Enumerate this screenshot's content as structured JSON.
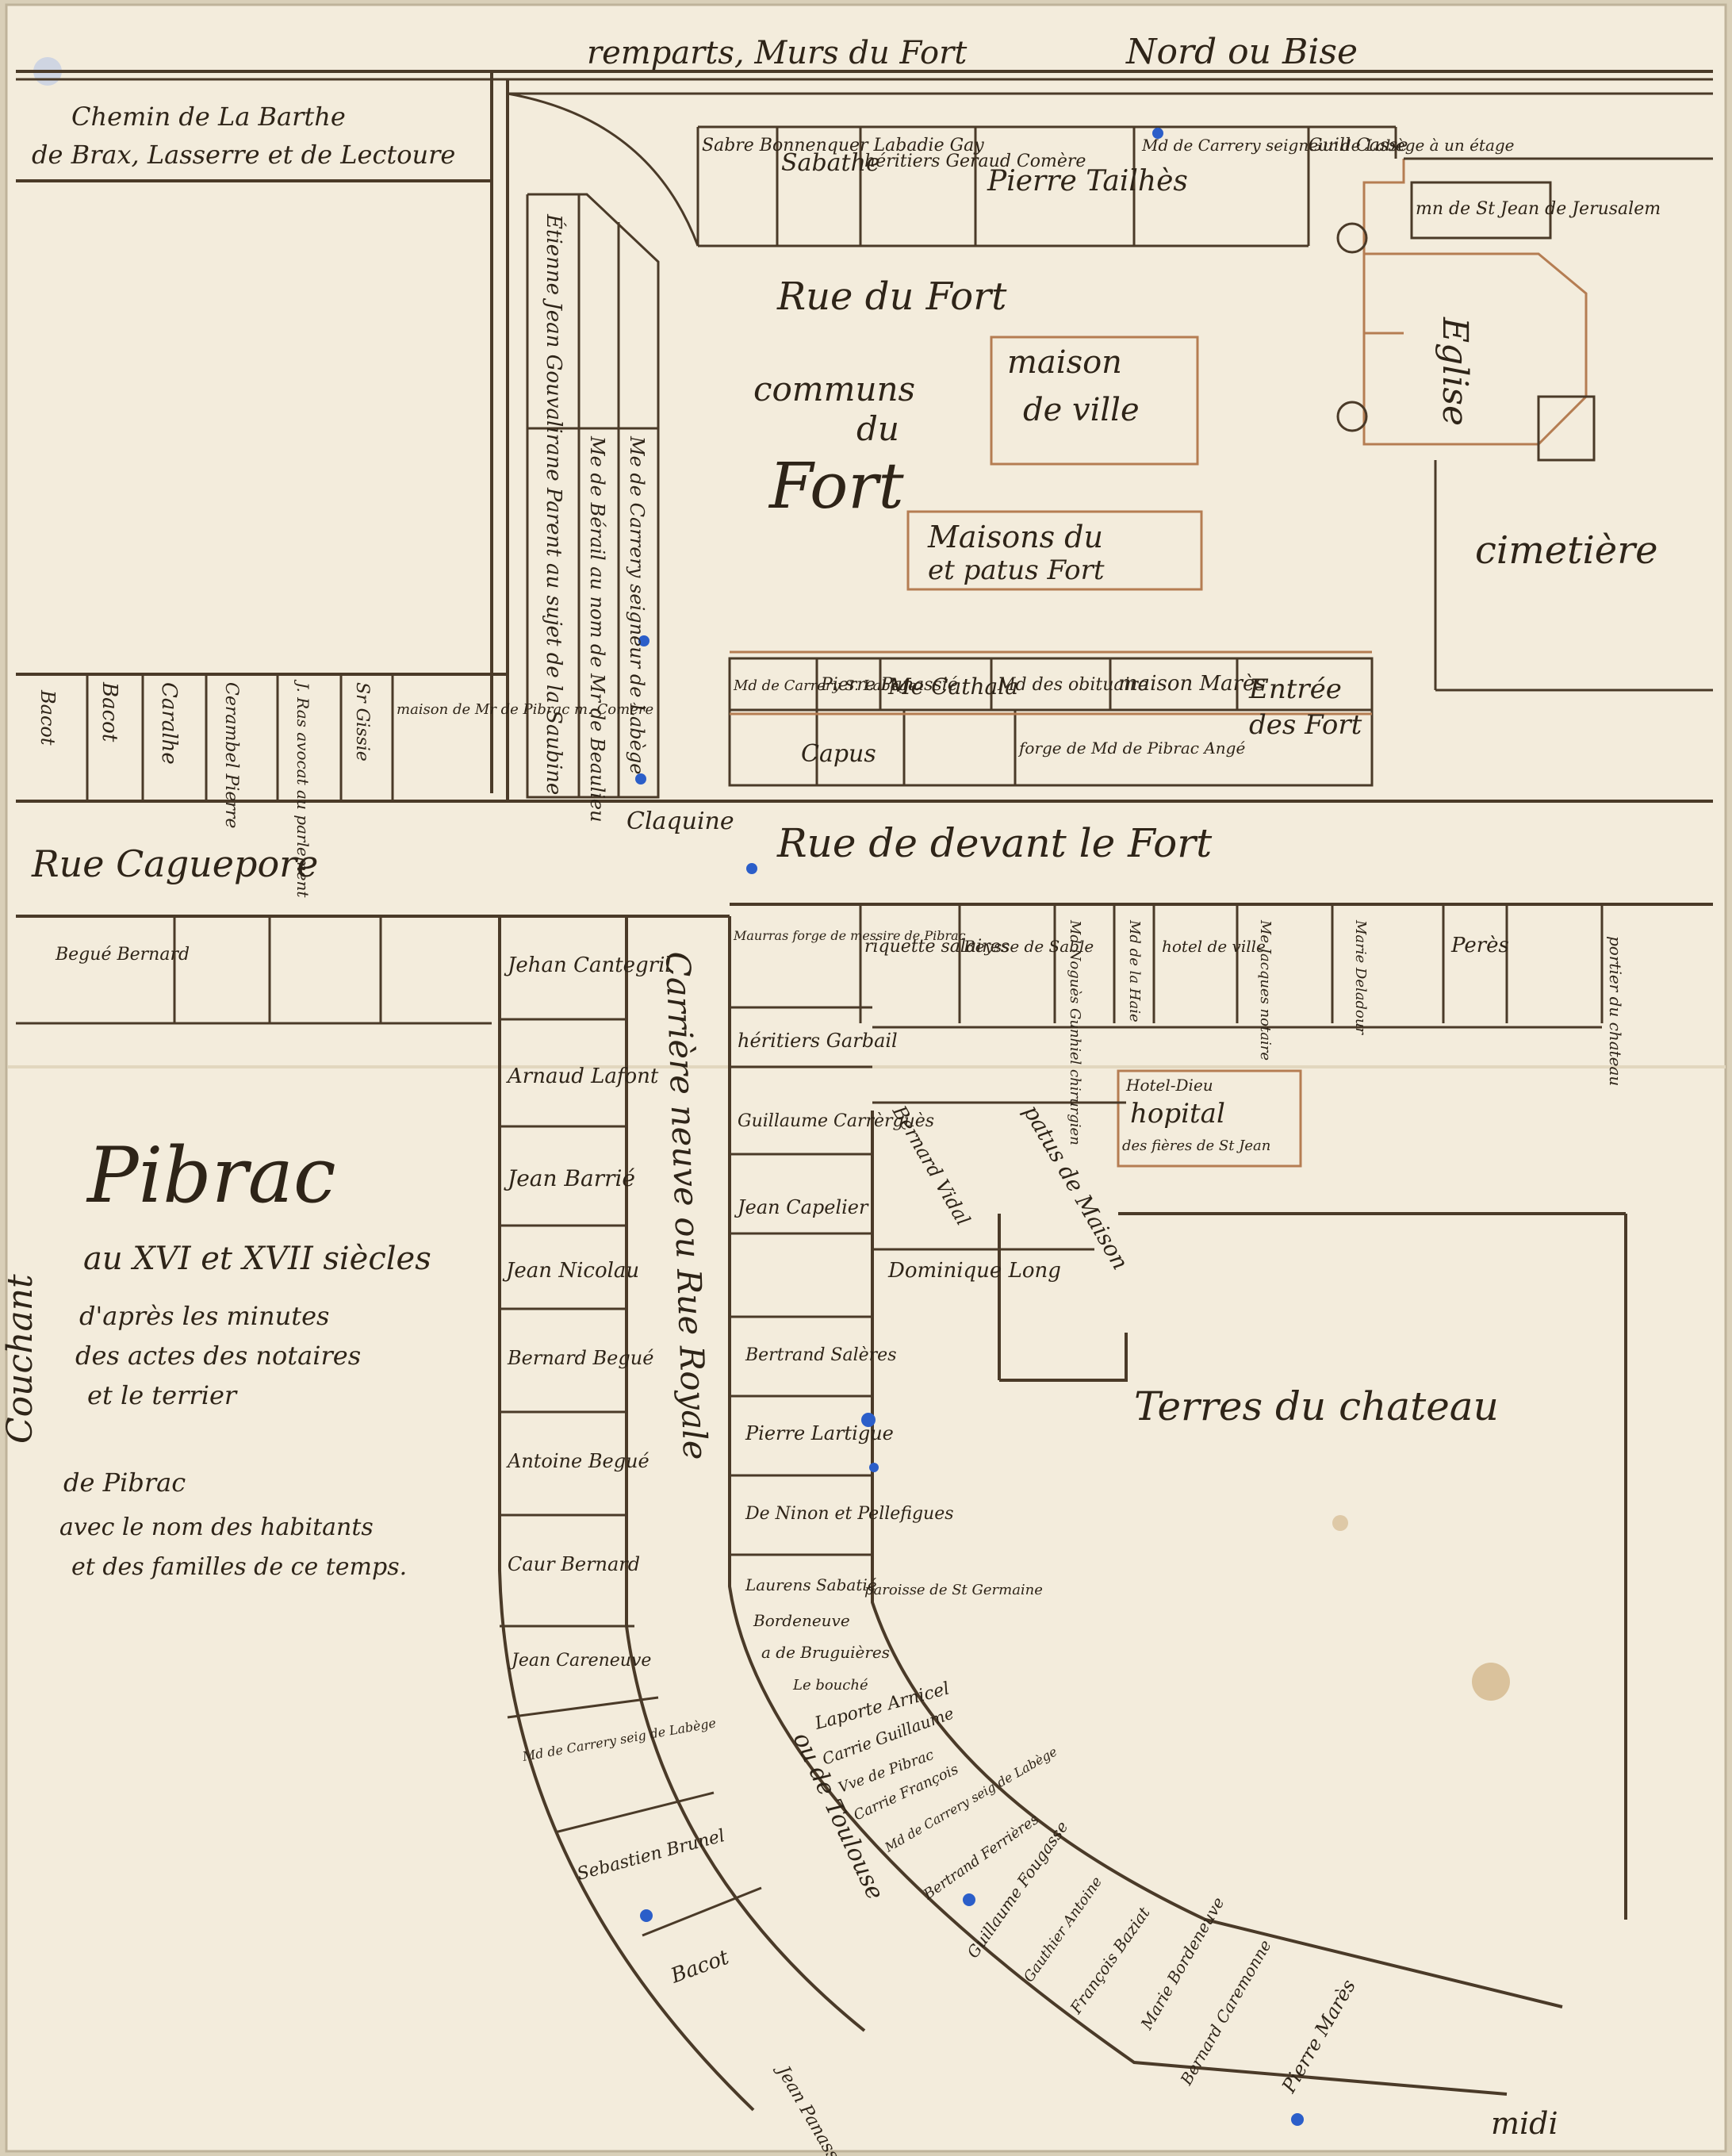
{
  "map": {
    "title": "Pibrac",
    "subtitle": "au XVI et XVII siècles",
    "description_lines": [
      "d'après les minutes",
      "des actes des notaires",
      "et le terrier",
      "de Pibrac",
      "avec le nom des habitants",
      "et des familles de ce temps."
    ],
    "compass": {
      "north": "Nord ou Bise",
      "west": "Couchant",
      "south": "midi"
    },
    "ramparts": "remparts, Murs du Fort",
    "streets": {
      "rue_du_fort": "Rue du Fort",
      "rue_devant_fort": "Rue de devant le Fort",
      "rue_caguepore": "Rue Caguepore",
      "carriere": "Carrière neuve ou Rue Royale",
      "toulouse": "ou de Toulouse",
      "chemin_1": "Chemin de La Barthe",
      "chemin_2": "de Brax, Lasserre et de Lectoure"
    },
    "places": {
      "communs_1": "communs",
      "communs_2": "du",
      "communs_3": "Fort",
      "maison_ville_1": "maison",
      "maison_ville_2": "de ville",
      "maisons_fort_1": "Maisons du",
      "maisons_fort_2": "et patus  Fort",
      "eglise": "Eglise",
      "cimetiere": "cimetière",
      "terres_chateau": "Terres du chateau",
      "entree_1": "Entrée",
      "entree_2": "des Fort",
      "hopital_1": "Hotel-Dieu",
      "hopital_2": "hopital",
      "hopital_3": "des fières de St Jean",
      "claquine": "Claquine",
      "jerusalem": "mn de St Jean de Jerusalem"
    },
    "owners_top_row": [
      "Sabre Bonnenquer Labadie Gay",
      "Sabathe",
      "héritiers Geraud Comère",
      "Pierre Tailhès",
      "Md de Carrery seigneur de Labège à un étage",
      "Guill Casse"
    ],
    "owners_left_column": [
      "Étienne Jean Gouvalirane Parent au sujet de la Saubine",
      "Me de Bérail au nom de Mr de Beaulieu",
      "Me de Carrery seigneur de Labège"
    ],
    "owners_middle_row": [
      "Md de Carrery S. Labège",
      "Pierre Panassié",
      "Me Cathala",
      "Md des obituaire",
      "maison Marès"
    ],
    "owners_middle_row_b": [
      "Capus",
      "forge de Md de Pibrac Angé"
    ],
    "owners_west_row": [
      "Bacot",
      "Bacot",
      "Caralhe",
      "Cerambel Pierre",
      "J. Ras avocat au parlement",
      "Sr Gissie",
      "maison de Mr de Pibrac m. Comère"
    ],
    "owners_west_lower": [
      "Begué Bernard"
    ],
    "owners_east_row": [
      "Maurras forge de messire de Pibrac",
      "riquette salaires",
      "Beysse de Sable",
      "Md Noguès Gunhiel chirurgien",
      "Md de la Haie",
      "hotel de ville",
      "Me Jacques notaire",
      "Marie Deladour",
      "Perès",
      "portier du chateau"
    ],
    "owners_inner_curve": [
      "héritiers Garbail",
      "Guillaume Carrèrguès",
      "Bernard Vidal",
      "patus de Maison",
      "Jean Capelier",
      "Dominique Long",
      "Bertrand Salères",
      "Pierre Lartigue",
      "De Ninon et Pellefigues",
      "Laurens Sabatié",
      "paroisse de St Germaine",
      "Bordeneuve",
      "a de Bruguières",
      "Le bouché",
      "Laporte Arnicel",
      "Carrie Guillaume",
      "Vve de Pibrac",
      "Carrie François",
      "Md de Carrery seig de Labège",
      "Bertrand Ferrières",
      "Guillaume Fougasse",
      "Gauthier Antoine",
      "François Baziat",
      "Marie Bordeneuve",
      "Bernard Caremonne",
      "Pierre Marès"
    ],
    "owners_outer_curve": [
      "Jehan Cantegril",
      "Arnaud Lafont",
      "Jean Barrié",
      "Jean Nicolau",
      "Bernard Begué",
      "Antoine Begué",
      "Caur Bernard",
      "Jean Careneuve",
      "Md de Carrery seig de Labège",
      "Sebastien Brunel",
      "Bacot",
      "Jean Panassié"
    ]
  }
}
